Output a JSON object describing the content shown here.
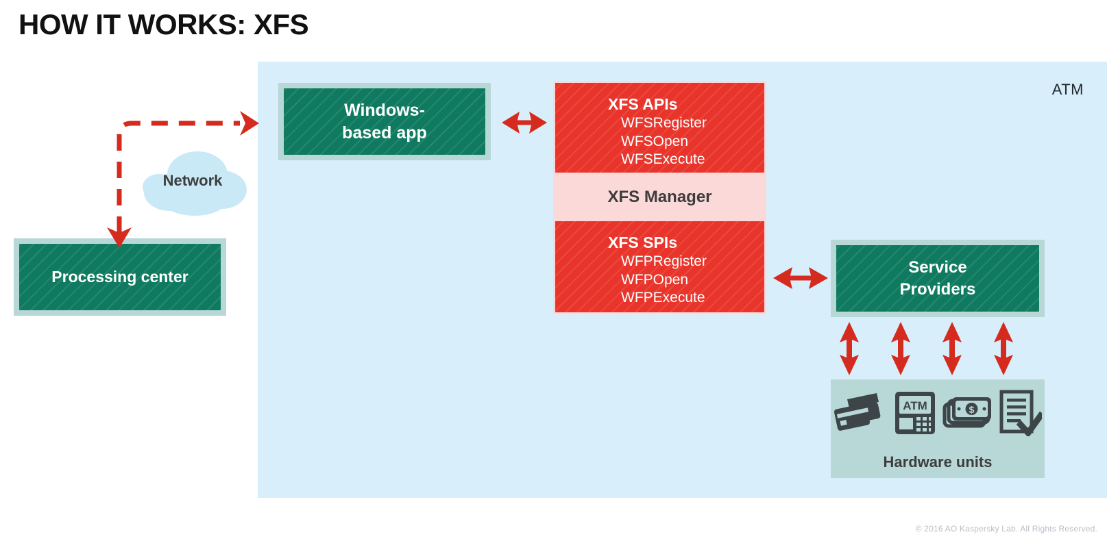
{
  "title": "HOW IT WORKS: XFS",
  "atm": {
    "label": "ATM"
  },
  "nodes": {
    "windows_app": "Windows-\nbased app",
    "windows_app_line1": "Windows-",
    "windows_app_line2": "based app",
    "processing_center": "Processing center",
    "service_providers_line1": "Service",
    "service_providers_line2": "Providers",
    "network": "Network",
    "hardware_units": "Hardware units"
  },
  "xfs": {
    "manager": "XFS Manager",
    "apis": {
      "heading": "XFS APIs",
      "functions": [
        "WFSRegister",
        "WFSOpen",
        "WFSExecute"
      ]
    },
    "spis": {
      "heading": "XFS SPIs",
      "functions": [
        "WFPRegister",
        "WFPOpen",
        "WFPExecute"
      ]
    }
  },
  "hardware_icons": [
    "credit-cards-icon",
    "atm-terminal-icon",
    "banknotes-icon",
    "receipt-check-icon"
  ],
  "colors": {
    "green": "#0f7a60",
    "green_frame": "#b7d8d6",
    "red": "#e8342a",
    "pink": "#fbd9d8",
    "panel_blue": "#d9eefb",
    "cloud_blue": "#c9e9f7",
    "text_dark": "#3d3d3d"
  },
  "footer": {
    "copyright": "© 2016 AO Kaspersky Lab. All Rights Reserved."
  }
}
